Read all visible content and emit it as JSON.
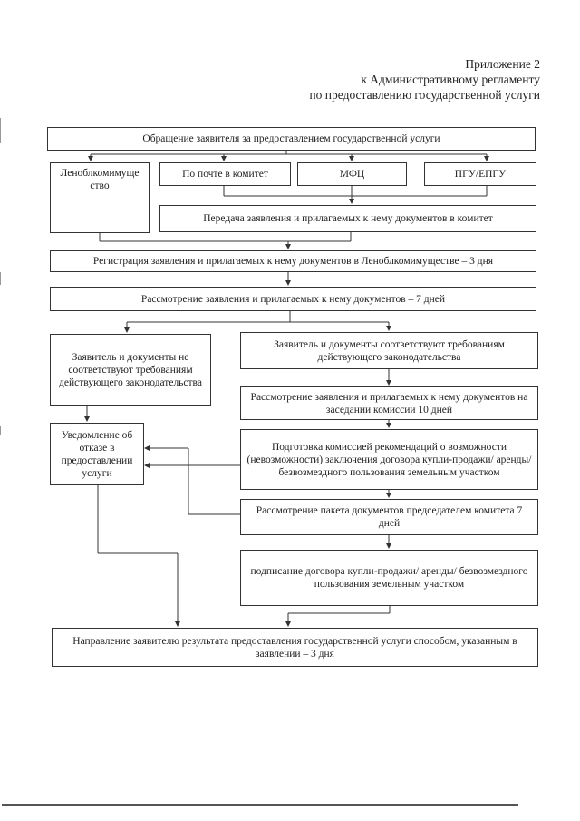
{
  "header": {
    "line1": "Приложение 2",
    "line2": "к Административному регламенту",
    "line3": "по предоставлению государственной услуги"
  },
  "flow": {
    "appeal": "Обращение заявителя за предоставлением государственной услуги",
    "lenobl": "Леноблкомимуще ство",
    "post": "По почте в комитет",
    "mfc": "МФЦ",
    "pgu": "ПГУ/ЕПГУ",
    "transfer": "Передача заявления и прилагаемых к нему документов в комитет",
    "registration": "Регистрация заявления и прилагаемых к нему документов в Леноблкомимуществе – 3 дня",
    "review": "Рассмотрение заявления и прилагаемых к нему документов – 7 дней",
    "not_comply": "Заявитель и документы не соответствуют требованиям действующего законодательства",
    "comply": "Заявитель и документы соответствуют требованиям действующего законодательства",
    "commission": "Рассмотрение заявления и прилагаемых к нему документов на заседании комиссии 10 дней",
    "recommendation": "Подготовка комиссией рекомендаций о возможности (невозможности) заключения договора купли-продажи/ аренды/ безвозмездного пользования земельным участком",
    "refusal": "Уведомление об отказе в предоставлении услуги",
    "chairman": "Рассмотрение пакета документов председателем комитета 7 дней",
    "signing": "подписание договора купли-продажи/ аренды/ безвозмездного пользования земельным участком",
    "result": "Направление заявителю результата предоставления государственной услуги способом, указанным в заявлении – 3 дня"
  }
}
